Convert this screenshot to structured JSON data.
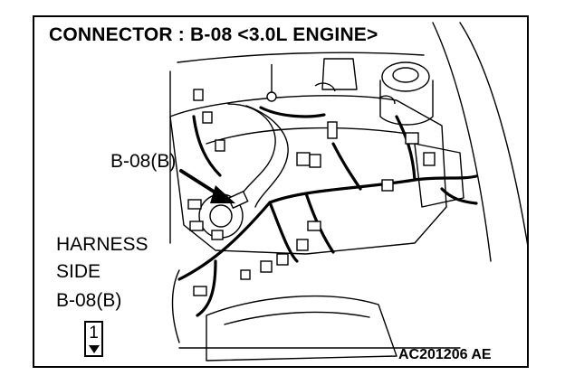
{
  "title": "CONNECTOR : B-08 <3.0L ENGINE>",
  "callout_label": "B-08(B)",
  "harness_side": {
    "line1": "HARNESS",
    "line2": "SIDE",
    "connector": "B-08(B)",
    "pin_number": "1"
  },
  "reference_code": "AC201206 AE",
  "colors": {
    "ink": "#000000",
    "paper": "#ffffff"
  }
}
